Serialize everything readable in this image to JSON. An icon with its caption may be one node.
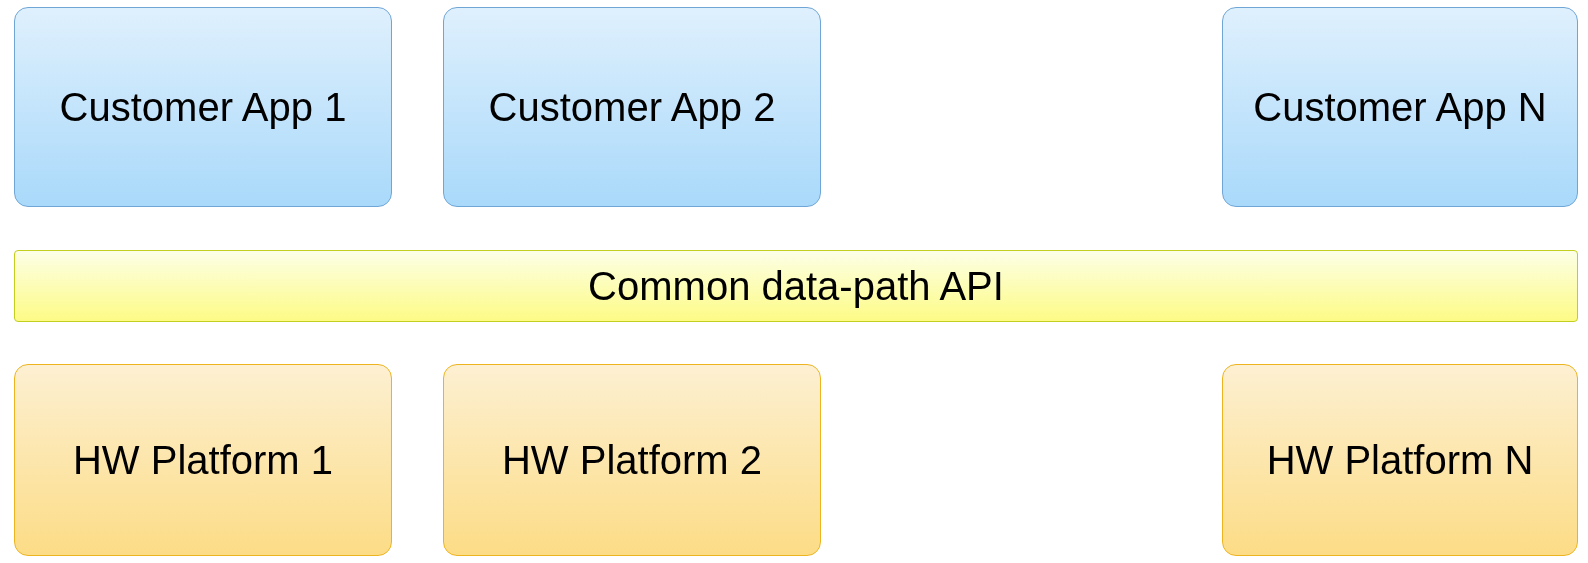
{
  "diagram": {
    "nodes": [
      {
        "text": [
          "Customer App 1"
        ]
      },
      {
        "text": [
          "Customer App 2"
        ]
      },
      {
        "text": [
          "Customer App N"
        ]
      },
      {
        "text": [
          "Common data-path API"
        ]
      },
      {
        "text": [
          "HW Platform 1"
        ]
      },
      {
        "text": [
          "HW Platform 2"
        ]
      },
      {
        "text": [
          "HW Platform N"
        ]
      }
    ]
  }
}
